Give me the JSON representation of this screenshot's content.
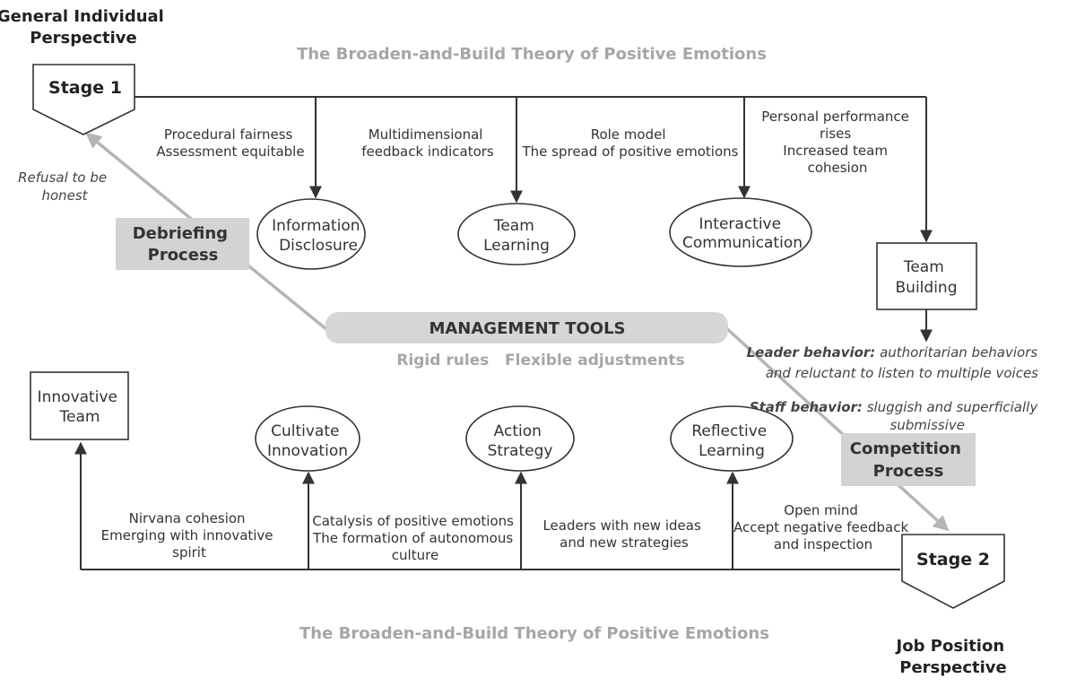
{
  "perspectives": {
    "general": [
      "General Individual",
      "Perspective"
    ],
    "job": [
      "Job Position",
      "Perspective"
    ]
  },
  "theory_title": "The Broaden-and-Build Theory of Positive Emotions",
  "stages": {
    "stage1": "Stage  1",
    "stage2": "Stage  2"
  },
  "top_nodes": [
    {
      "label": [
        "Information",
        "Disclosure"
      ]
    },
    {
      "label": [
        "Team",
        "Learning"
      ]
    },
    {
      "label": [
        "Interactive",
        "Communication"
      ]
    }
  ],
  "top_labels": [
    [
      "Procedural fairness",
      "Assessment equitable"
    ],
    [
      "Multidimensional",
      "feedback indicators"
    ],
    [
      "Role model",
      "The spread of positive emotions"
    ],
    [
      "Personal performance",
      "rises",
      "Increased team",
      "cohesion"
    ]
  ],
  "team_building": [
    "Team",
    "Building"
  ],
  "bottom_nodes": [
    {
      "label": [
        "Cultivate",
        "Innovation"
      ]
    },
    {
      "label": [
        "Action",
        "Strategy"
      ]
    },
    {
      "label": [
        "Reflective",
        "Learning"
      ]
    }
  ],
  "bottom_labels": [
    [
      "Nirvana cohesion",
      "Emerging with innovative",
      "spirit"
    ],
    [
      "Catalysis of positive emotions",
      "The formation of autonomous",
      "culture"
    ],
    [
      "Leaders with new ideas",
      "and new strategies"
    ],
    [
      "Open mind",
      "Accept negative feedback",
      "and inspection"
    ]
  ],
  "innovative_team": [
    "Innovative",
    "Team"
  ],
  "debriefing": [
    "Debriefing",
    "Process"
  ],
  "competition": [
    "Competition",
    "Process"
  ],
  "management": {
    "title": "MANAGEMENT TOOLS",
    "subtitle": "Rigid rules   Flexible adjustments"
  },
  "refusal": [
    "Refusal to be",
    "honest"
  ],
  "leader_behavior": {
    "label": "Leader behavior:",
    "text1": " authoritarian behaviors",
    "text2": "and reluctant to listen to multiple voices"
  },
  "staff_behavior": {
    "label": "Staff behavior:",
    "text1": " sluggish and superficially",
    "text2": "submissive"
  }
}
